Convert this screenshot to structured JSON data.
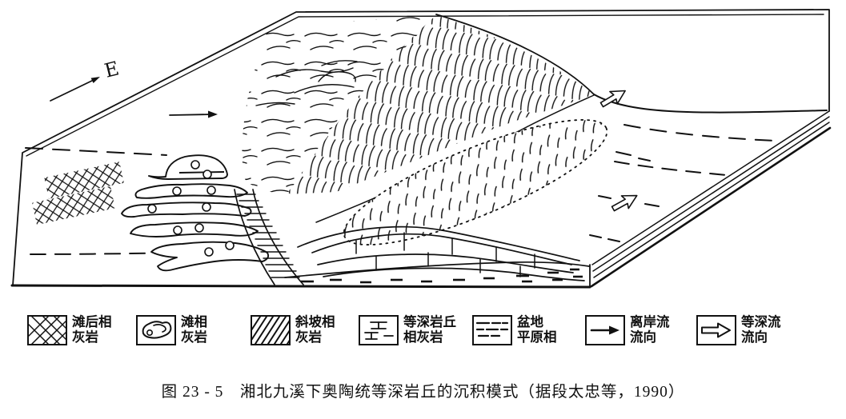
{
  "figure": {
    "direction_label": "E",
    "caption": "图 23 - 5　湘北九溪下奥陶统等深岩丘的沉积模式（据段太忠等，1990）"
  },
  "legend": {
    "items": [
      {
        "symbol": "backbeach-crosshatch-pattern-icon",
        "line1": "滩后相",
        "line2": "灰岩"
      },
      {
        "symbol": "beach-blob-pattern-icon",
        "line1": "滩相",
        "line2": "灰岩"
      },
      {
        "symbol": "slope-hatch-pattern-icon",
        "line1": "斜坡相",
        "line2": "灰岩"
      },
      {
        "symbol": "contourite-mound-brick-pattern-icon",
        "line1": "等深岩丘",
        "line2": "相灰岩"
      },
      {
        "symbol": "basin-plain-dash-pattern-icon",
        "line1": "盆地",
        "line2": "平原相"
      },
      {
        "symbol": "offshore-current-arrow-icon",
        "line1": "离岸流",
        "line2": "流向"
      },
      {
        "symbol": "contour-current-arrow-icon",
        "line1": "等深流",
        "line2": "流向"
      }
    ]
  },
  "colors": {
    "ink": "#111111",
    "paper": "#ffffff"
  }
}
